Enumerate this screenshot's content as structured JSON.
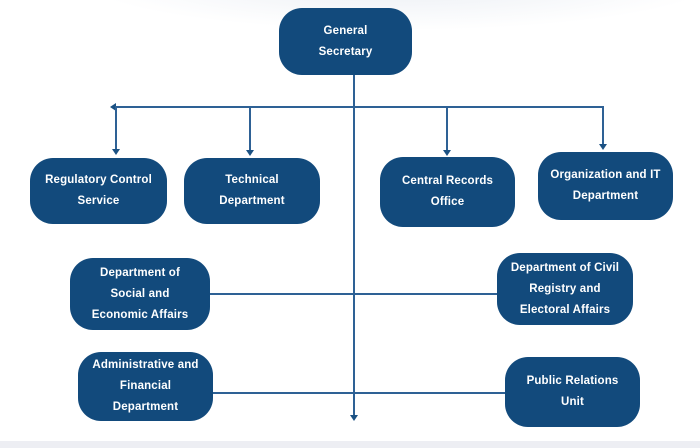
{
  "palette": {
    "node_fill": "#124a7c",
    "node_text": "#ffffff",
    "connector": "#2e6195",
    "arrow": "#1b5183",
    "background": "#ffffff",
    "background_tint": "#e9edf3",
    "footer_strip": "#edeef3"
  },
  "org_chart": {
    "nodes": {
      "general_secretary": {
        "label": "General Secretary",
        "lines": [
          "General",
          "Secretary"
        ]
      },
      "regulatory_control": {
        "label": "Regulatory Control Service",
        "lines": [
          "Regulatory Control",
          "Service"
        ]
      },
      "technical": {
        "label": "Technical Department",
        "lines": [
          "Technical",
          "Department"
        ]
      },
      "central_records": {
        "label": "Central Records Office",
        "lines": [
          "Central Records",
          "Office"
        ]
      },
      "organization_it": {
        "label": "Organization and IT Department",
        "lines": [
          "Organization and IT",
          "Department"
        ]
      },
      "social_economic": {
        "label": "Department of Social and Economic Affairs",
        "lines": [
          "Department of",
          "Social and",
          "Economic Affairs"
        ]
      },
      "civil_registry": {
        "label": "Department of Civil Registry and Electoral Affairs",
        "lines": [
          "Department of Civil",
          "Registry and",
          "Electoral Affairs"
        ]
      },
      "admin_financial": {
        "label": "Administrative and Financial Department",
        "lines": [
          "Administrative and",
          "Financial",
          "Department"
        ]
      },
      "public_relations": {
        "label": "Public Relations Unit",
        "lines": [
          "Public Relations",
          "Unit"
        ]
      }
    }
  }
}
